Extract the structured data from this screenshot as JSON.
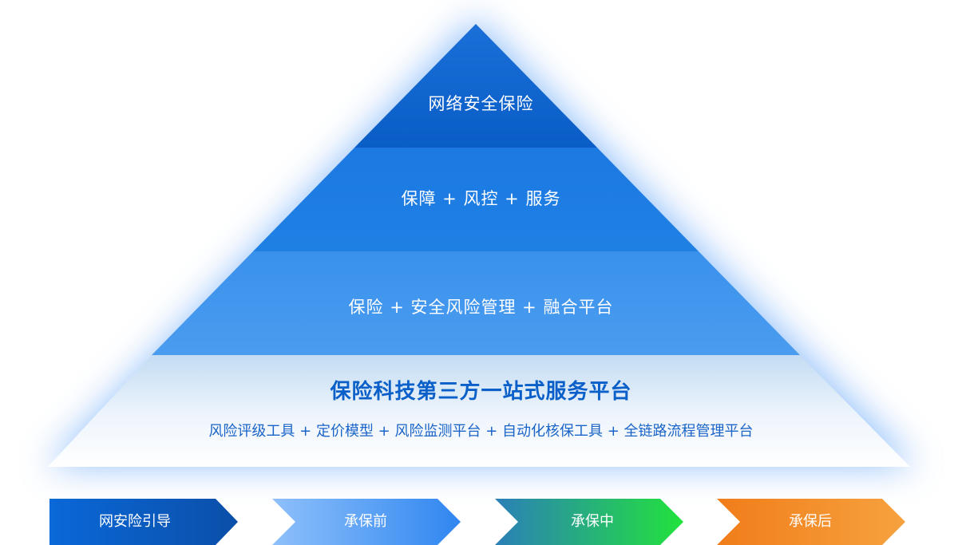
{
  "pyramid": {
    "tiers": [
      {
        "label": "网络安全保险",
        "color": "#0a5fc9"
      },
      {
        "label": "保障 + 风控 + 服务",
        "color": "#1a7be0"
      },
      {
        "label": "保险 + 安全风险管理 + 融合平台",
        "color": "#3d94ea"
      }
    ],
    "base": {
      "title": "保险科技第三方一站式服务平台",
      "subtitle": "风险评级工具 + 定价模型 + 风险监测平台 + 自动化核保工具 + 全链路流程管理平台"
    }
  },
  "process": {
    "steps": [
      {
        "label": "网安险引导",
        "color_from": "#0a68d8",
        "color_to": "#0b4fa8"
      },
      {
        "label": "承保前",
        "color_from": "#8ec0fb",
        "color_to": "#2f86f0"
      },
      {
        "label": "承保中",
        "color_from": "#2b7fb8",
        "color_to": "#22e23c"
      },
      {
        "label": "承保后",
        "color_from": "#f07d1a",
        "color_to": "#f6a23e"
      }
    ]
  }
}
